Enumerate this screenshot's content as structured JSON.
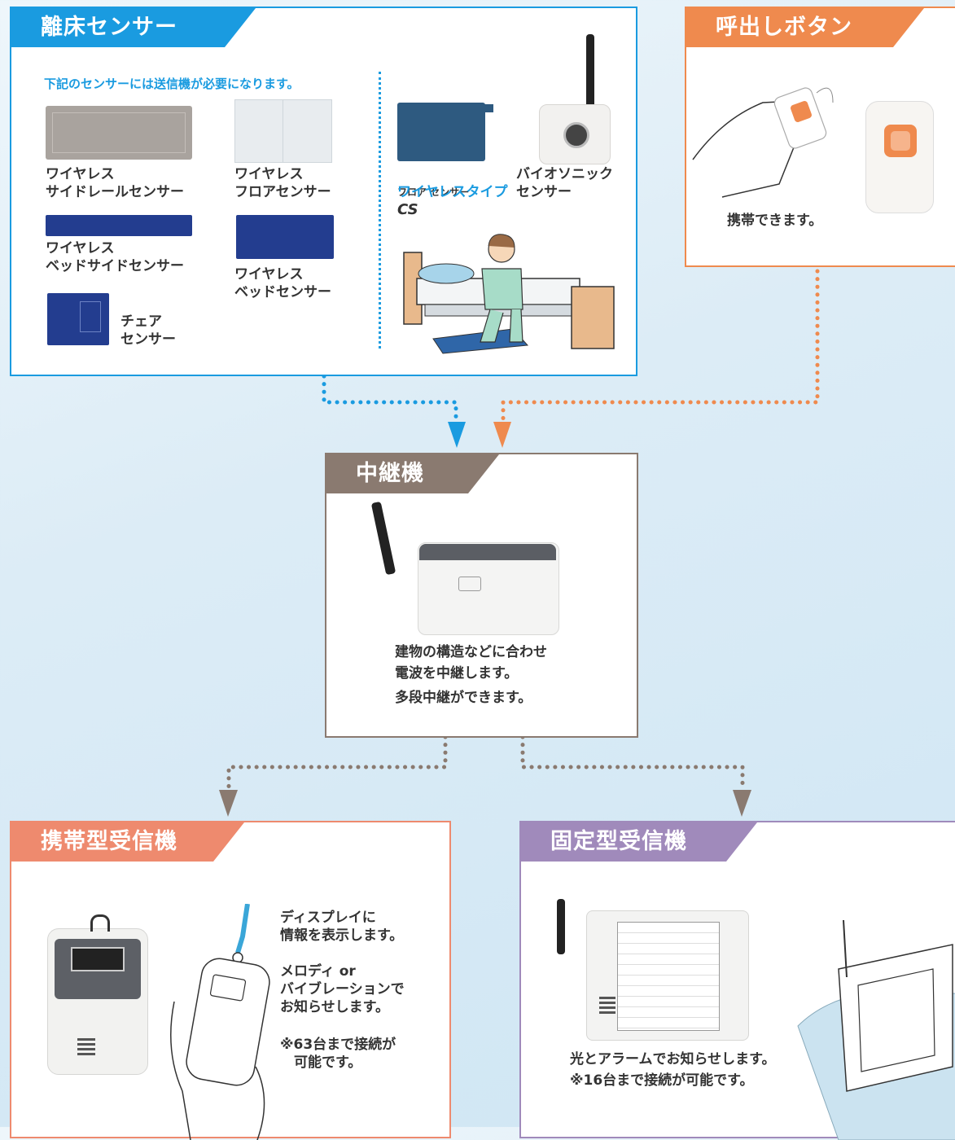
{
  "colors": {
    "blue": "#1a9be0",
    "orange": "#ef8a4e",
    "gray": "#8a7a70",
    "salmon": "#ee8a6e",
    "purple": "#a08abb"
  },
  "sensor_box": {
    "title": "離床センサー",
    "note": "下記のセンサーには送信機が必要になります。",
    "items": [
      {
        "icon": "side-rail-sensor-icon",
        "label": "ワイヤレス\nサイドレールセンサー"
      },
      {
        "icon": "floor-sensor-icon",
        "label": "ワイヤレス\nフロアセンサー"
      },
      {
        "icon": "bedside-sensor-icon",
        "label": "ワイヤレス\nベッドサイドセンサー"
      },
      {
        "icon": "bed-sensor-icon",
        "label": "ワイヤレス\nベッドセンサー"
      },
      {
        "icon": "chair-sensor-icon",
        "label": "チェア\nセンサー"
      },
      {
        "icon": "floor-sensor-cs-icon",
        "label_small": "フロア センサー",
        "label_cs": "CS",
        "label_sub": "ワイヤレスタイプ"
      },
      {
        "icon": "bionic-sensor-icon",
        "label": "バイオソニック\nセンサー"
      }
    ]
  },
  "call_box": {
    "title": "呼出しボタン",
    "caption": "携帯できます。"
  },
  "relay_box": {
    "title": "中継機",
    "lines": [
      "建物の構造などに合わせ",
      "電波を中継します。",
      "多段中継ができます。"
    ]
  },
  "portable_box": {
    "title": "携帯型受信機",
    "text1": "ディスプレイに\n情報を表示します。",
    "text2": "メロディ or\nバイブレーションで\nお知らせします。",
    "text3": "※63台まで接続が\n　可能です。"
  },
  "fixed_box": {
    "title": "固定型受信機",
    "lines": [
      "光とアラームでお知らせします。",
      "※16台まで接続が可能です。"
    ]
  }
}
